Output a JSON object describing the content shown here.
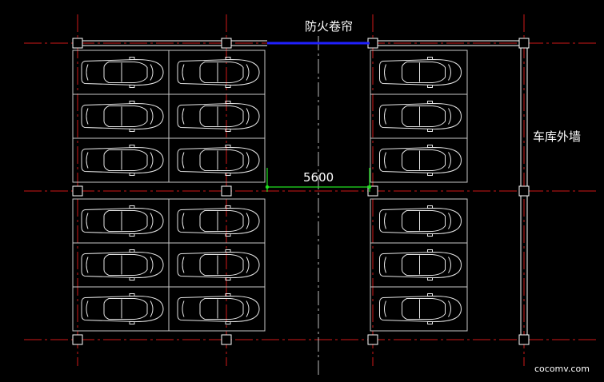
{
  "labels": {
    "fire_shutter": "防火卷帘",
    "garage_wall": "车库外墙",
    "dimension": "5600",
    "watermark": "cocomv.com"
  },
  "colors": {
    "background": "#000000",
    "axis_line": "#d01818",
    "stall_outline": "#c8c8c8",
    "car": "#e6e6e6",
    "column": "#ffffff",
    "fire_shutter_line": "#2020ff",
    "dimension_line": "#20e020",
    "wall_line": "#ffffff",
    "text": "#ffffff"
  },
  "layout_info": {
    "left_block": {
      "columns": 2,
      "rows_per_half": 3
    },
    "right_block": {
      "columns": 1,
      "rows_per_half": 3
    }
  }
}
